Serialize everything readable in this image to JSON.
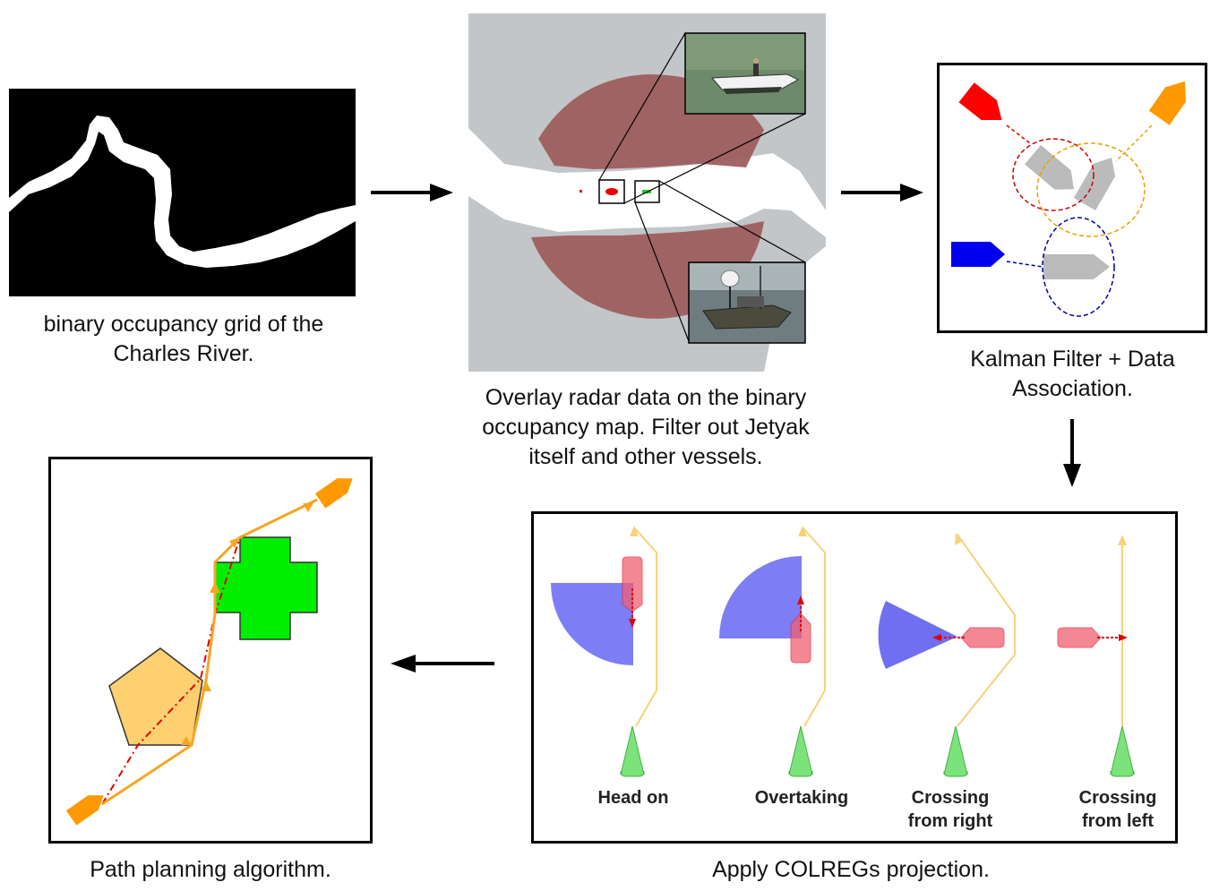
{
  "captions": {
    "grid": "binary occupancy grid of the Charles River.",
    "radar": "Overlay radar data on the binary occupancy map. Filter out Jetyak itself and other vessels.",
    "kalman": "Kalman Filter + Data Association.",
    "colregs": "Apply COLREGs projection.",
    "path": "Path planning algorithm."
  },
  "colregs_cases": {
    "head_on": "Head on",
    "overtaking": "Overtaking",
    "crossing_right_1": "Crossing",
    "crossing_right_2": "from right",
    "crossing_left_1": "Crossing",
    "crossing_left_2": "from left"
  },
  "colors": {
    "red_vessel": "#ff0000",
    "orange_vessel": "#ff9900",
    "blue_vessel": "#0000ee",
    "gray_vessel": "#bbbbbb",
    "radar": "#9e5e5e",
    "green_obstacle": "#00ee00",
    "pentagon": "#ffd070",
    "path": "#f5a623"
  }
}
